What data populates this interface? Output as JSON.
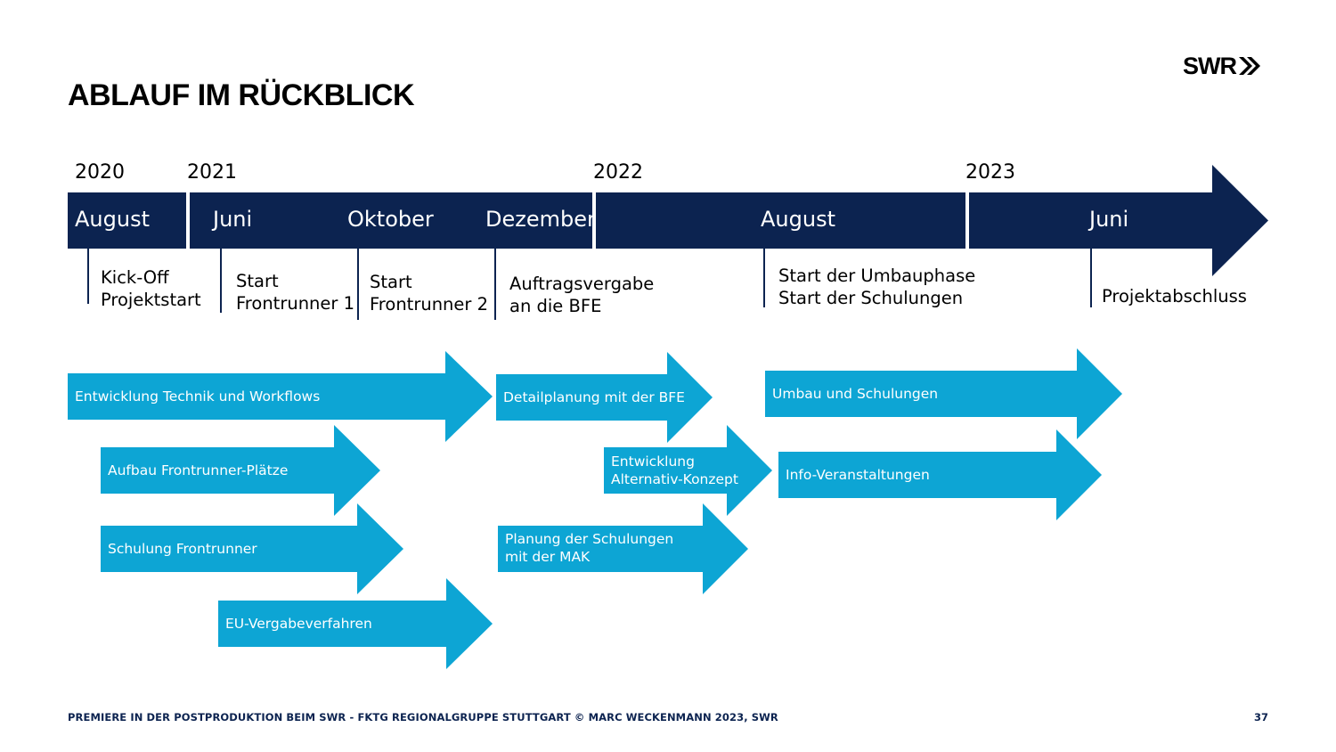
{
  "header": {
    "title": "ABLAUF IM RÜCKBLICK",
    "logo_text": "SWR"
  },
  "timeline": {
    "years": [
      "2020",
      "2021",
      "2022",
      "2023"
    ],
    "months": [
      "August",
      "Juni",
      "Oktober",
      "Dezember",
      "August",
      "Juni"
    ],
    "milestones": [
      [
        "Kick-Off",
        "Projektstart"
      ],
      [
        "Start",
        "Frontrunner 1"
      ],
      [
        "Start",
        "Frontrunner 2"
      ],
      [
        "Auftragsvergabe",
        "an die BFE"
      ],
      [
        "Start der Umbauphase",
        "Start der Schulungen"
      ],
      [
        "Projektabschluss"
      ]
    ]
  },
  "phases": [
    [
      "Entwicklung Technik und Workflows"
    ],
    [
      "Aufbau Frontrunner-Plätze"
    ],
    [
      "Schulung Frontrunner"
    ],
    [
      "EU-Vergabeverfahren"
    ],
    [
      "Detailplanung mit der BFE"
    ],
    [
      "Entwicklung",
      "Alternativ-Konzept"
    ],
    [
      "Planung der Schulungen",
      "mit der MAK"
    ],
    [
      "Umbau und Schulungen"
    ],
    [
      "Info-Veranstaltungen"
    ]
  ],
  "footer": {
    "text": "PREMIERE IN DER POSTPRODUKTION BEIM SWR - FKTG REGIONALGRUPPE STUTTGART © MARC WECKENMANN 2023, SWR",
    "page": "37"
  },
  "colors": {
    "timeline_bar": "#0c2350",
    "phase_arrow": "#0da5d4"
  }
}
